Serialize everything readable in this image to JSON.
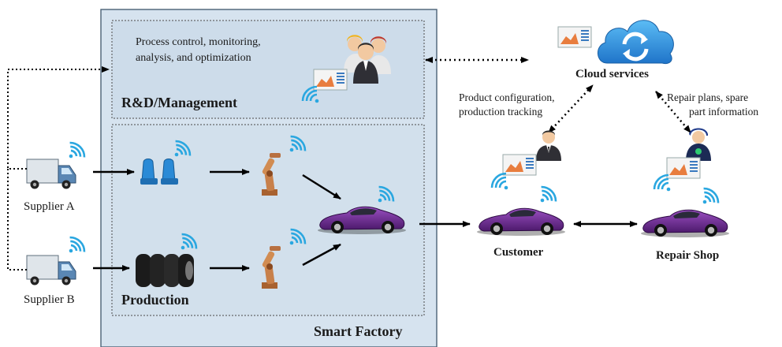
{
  "factory": {
    "title": "Smart Factory",
    "rnd_title": "R&D/Management",
    "rnd_desc_line1": "Process control, monitoring,",
    "rnd_desc_line2": "analysis, and optimization",
    "production_title": "Production"
  },
  "suppliers": {
    "a": "Supplier A",
    "b": "Supplier B"
  },
  "cloud": {
    "label": "Cloud services",
    "left_note_line1": "Product configuration,",
    "left_note_line2": "production tracking",
    "right_note_line1": "Repair plans, spare",
    "right_note_line2": "part information"
  },
  "customer": {
    "label": "Customer"
  },
  "repair_shop": {
    "label": "Repair Shop"
  },
  "colors": {
    "factory_fill": "#d6e3ef",
    "rnd_fill": "#cfdeeb",
    "car": "#6b2a8e",
    "cloud": "#2b86d6",
    "wifi": "#2aa7e0",
    "robot": "#c8804a",
    "truck": "#6a8fb0"
  }
}
